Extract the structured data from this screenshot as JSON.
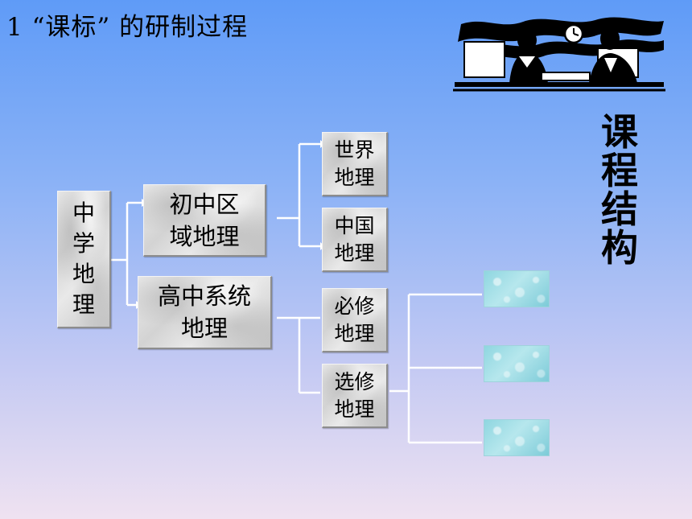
{
  "slide": {
    "title": "1 “课标” 的研制过程",
    "side_label": "课程结构"
  },
  "diagram": {
    "root": "中学地理",
    "junior": {
      "line1": "初中区",
      "line2": "域地理"
    },
    "senior": {
      "line1": "高中系统",
      "line2": "地理"
    },
    "world": {
      "line1": "世界",
      "line2": "地理"
    },
    "china": {
      "line1": "中国",
      "line2": "地理"
    },
    "required": {
      "line1": "必修",
      "line2": "地理"
    },
    "elective": {
      "line1": "选修",
      "line2": "地理"
    }
  },
  "colors": {
    "background_top": "#5f9bf7",
    "background_bottom": "#efe2f1",
    "connector": "#ffffff"
  },
  "icons": {
    "clipart": "office-meeting-clipart-icon"
  }
}
